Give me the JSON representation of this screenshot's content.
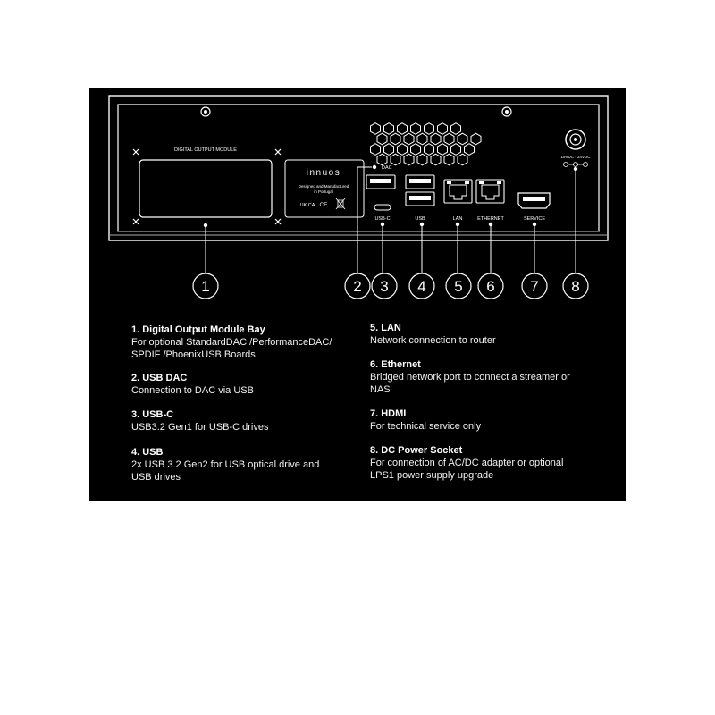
{
  "panel": {
    "module_label": "DIGITAL OUTPUT MODULE",
    "brand": "innuos",
    "made_line1": "Designed and Manufactured",
    "made_line2": "in Portugal",
    "cert_marks": [
      "UK CA",
      "CE",
      "WEEE"
    ],
    "power_rating": "19VDC - 24VDC",
    "port_labels": {
      "dac": "DAC",
      "usbc": "USB-C",
      "usb": "USB",
      "lan": "LAN",
      "ethernet": "ETHERNET",
      "service": "SERVICE"
    }
  },
  "callouts": [
    "1",
    "2",
    "3",
    "4",
    "5",
    "6",
    "7",
    "8"
  ],
  "descriptions": [
    {
      "title": "1. Digital Output Module Bay",
      "lines": [
        "For optional StandardDAC /PerformanceDAC/",
        "SPDIF /PhoenixUSB Boards"
      ]
    },
    {
      "title": "2. USB DAC",
      "lines": [
        "Connection to DAC via USB"
      ]
    },
    {
      "title": "3. USB-C",
      "lines": [
        "USB3.2 Gen1 for USB-C drives"
      ]
    },
    {
      "title": "4. USB",
      "lines": [
        "2x USB 3.2 Gen2 for USB optical drive and",
        "USB drives"
      ]
    },
    {
      "title": "5. LAN",
      "lines": [
        "Network connection to router"
      ]
    },
    {
      "title": "6. Ethernet",
      "lines": [
        "Bridged network port to connect a streamer or",
        "NAS"
      ]
    },
    {
      "title": "7. HDMI",
      "lines": [
        "For technical service only"
      ]
    },
    {
      "title": "8. DC Power Socket",
      "lines": [
        "For connection of AC/DC adapter or optional",
        "LPS1 power supply upgrade"
      ]
    }
  ],
  "colors": {
    "background": "#000000",
    "foreground": "#ffffff"
  }
}
